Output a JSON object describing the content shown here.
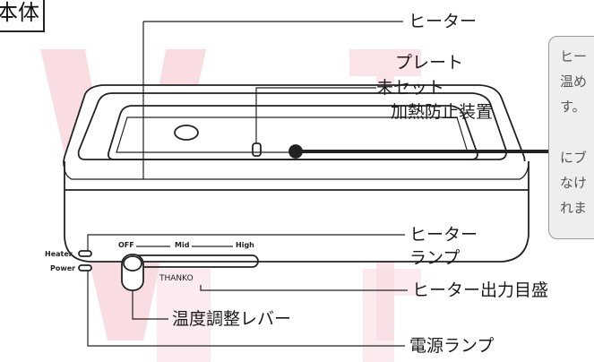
{
  "title": "本体",
  "labels": {
    "heater": "ヒーター",
    "plate_line1": "プレート",
    "plate_line2": "未セット",
    "plate_line3": "加熱防止装置",
    "heater_lamp_line1": "ヒーター",
    "heater_lamp_line2": "ランプ",
    "output_scale": "ヒーター出力目盛",
    "temp_lever": "温度調整レバー",
    "power_lamp": "電源ランプ"
  },
  "device": {
    "lamp_heater": "Heater",
    "lamp_power": "Power",
    "scale_off": "OFF",
    "scale_mid": "Mid",
    "scale_high": "High",
    "brand": "THANKO"
  },
  "note": {
    "lines": [
      "ヒー",
      "温め",
      "す。",
      "にブ",
      "なけ",
      "れま"
    ]
  },
  "colors": {
    "watermark": "#f7d4da",
    "note_bg": "#eeeeee",
    "line": "#222222"
  }
}
